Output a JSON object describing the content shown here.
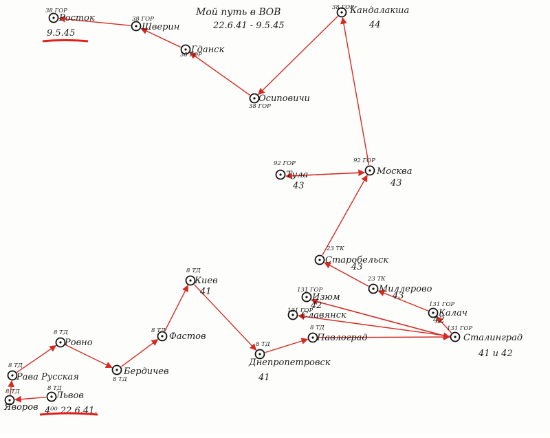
{
  "title": "Мой путь в ВОВ",
  "period": "22.6.41 - 9.5.45",
  "colors": {
    "route": "#d42a22",
    "ink": "#1b1b1b",
    "underline": "#e0201a"
  },
  "nodes": [
    {
      "id": "rostok",
      "city": "Росток",
      "unit": "38 ГОР",
      "year": "9.5.45"
    },
    {
      "id": "shverin",
      "city": "Шверин",
      "unit": "38 ГОР",
      "year": ""
    },
    {
      "id": "gdansk",
      "city": "Гданск",
      "unit": "38 ГОР",
      "year": ""
    },
    {
      "id": "osipovichi",
      "city": "Осиповичи",
      "unit": "38 ГОР",
      "year": ""
    },
    {
      "id": "kandalaksha",
      "city": "Кандалакша",
      "unit": "38 ГОР",
      "year": "44"
    },
    {
      "id": "moskva",
      "city": "Москва",
      "unit": "92 ГОР",
      "year": "43"
    },
    {
      "id": "tula",
      "city": "Тула",
      "unit": "92 ГОР",
      "year": "43"
    },
    {
      "id": "starobelsk",
      "city": "Старобельск",
      "unit": "23 ТК",
      "year": "43"
    },
    {
      "id": "millerovo",
      "city": "Миллерово",
      "unit": "23 ТК",
      "year": "43"
    },
    {
      "id": "kalach",
      "city": "Калач",
      "unit": "131 ГОР",
      "year": "42"
    },
    {
      "id": "stalingrad",
      "city": "Сталинград",
      "unit": "131 ГОР",
      "year": "41 и 42"
    },
    {
      "id": "izyum",
      "city": "Изюм",
      "unit": "131 ГОР",
      "year": "42"
    },
    {
      "id": "slavyansk",
      "city": "Славянск",
      "unit": "131 ГОР",
      "year": ""
    },
    {
      "id": "pavlograd",
      "city": "Павлоград",
      "unit": "8 ТД",
      "year": ""
    },
    {
      "id": "dnepropetrovsk",
      "city": "Днепропетровск",
      "unit": "8 ТД",
      "year": "41"
    },
    {
      "id": "kiev",
      "city": "Киев",
      "unit": "8 ТД",
      "year": "41"
    },
    {
      "id": "fastov",
      "city": "Фастов",
      "unit": "8 ТД",
      "year": ""
    },
    {
      "id": "berdichev",
      "city": "Бердичев",
      "unit": "8 ТД",
      "year": ""
    },
    {
      "id": "rovno",
      "city": "Ровно",
      "unit": "8 ТД",
      "year": ""
    },
    {
      "id": "rava",
      "city": "Рава Русская",
      "unit": "8 ТД",
      "year": ""
    },
    {
      "id": "yavorov",
      "city": "Яворов",
      "unit": "8 ТД",
      "year": ""
    },
    {
      "id": "lvov",
      "city": "Львов",
      "unit": "8 ТД",
      "year": "4⁰⁰ 22.6.41."
    }
  ],
  "route": [
    [
      "lvov",
      "yavorov"
    ],
    [
      "yavorov",
      "rava"
    ],
    [
      "rava",
      "rovno"
    ],
    [
      "rovno",
      "berdichev"
    ],
    [
      "berdichev",
      "fastov"
    ],
    [
      "fastov",
      "kiev"
    ],
    [
      "kiev",
      "dnepropetrovsk"
    ],
    [
      "dnepropetrovsk",
      "pavlograd"
    ],
    [
      "pavlograd",
      "stalingrad"
    ],
    [
      "stalingrad",
      "izyum"
    ],
    [
      "izyum",
      "stalingrad"
    ],
    [
      "stalingrad",
      "slavyansk"
    ],
    [
      "stalingrad",
      "kalach"
    ],
    [
      "kalach",
      "millerovo"
    ],
    [
      "millerovo",
      "starobelsk"
    ],
    [
      "starobelsk",
      "moskva"
    ],
    [
      "moskva",
      "tula"
    ],
    [
      "tula",
      "moskva"
    ],
    [
      "moskva",
      "kandalaksha"
    ],
    [
      "kandalaksha",
      "osipovichi"
    ],
    [
      "osipovichi",
      "gdansk"
    ],
    [
      "gdansk",
      "shverin"
    ],
    [
      "shverin",
      "rostok"
    ]
  ]
}
